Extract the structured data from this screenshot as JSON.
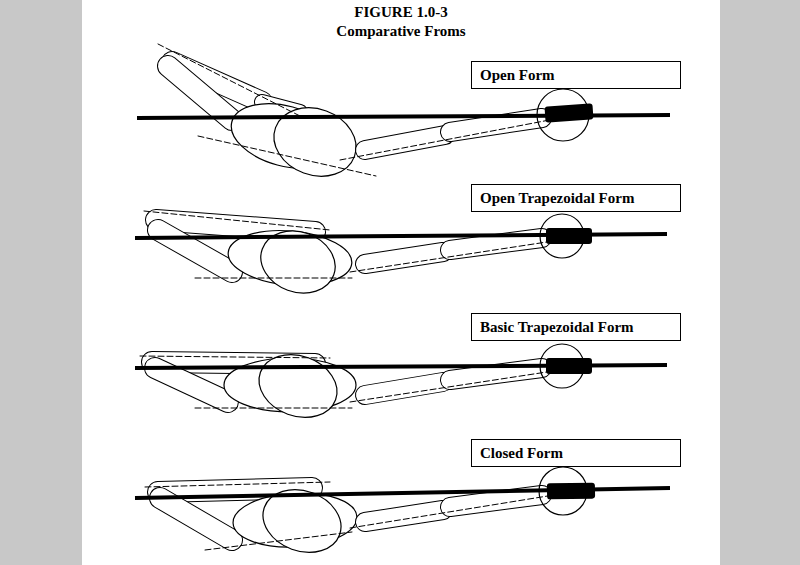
{
  "diagram": {
    "title": "FIGURE 1.0-3",
    "caption": "Comparative Froms",
    "nodes": [
      {
        "text": [
          "Open Form"
        ]
      },
      {
        "text": [
          "Open Trapezoidal Form"
        ]
      },
      {
        "text": [
          "Basic Trapezoidal Form"
        ]
      },
      {
        "text": [
          "Closed Form"
        ]
      }
    ]
  }
}
